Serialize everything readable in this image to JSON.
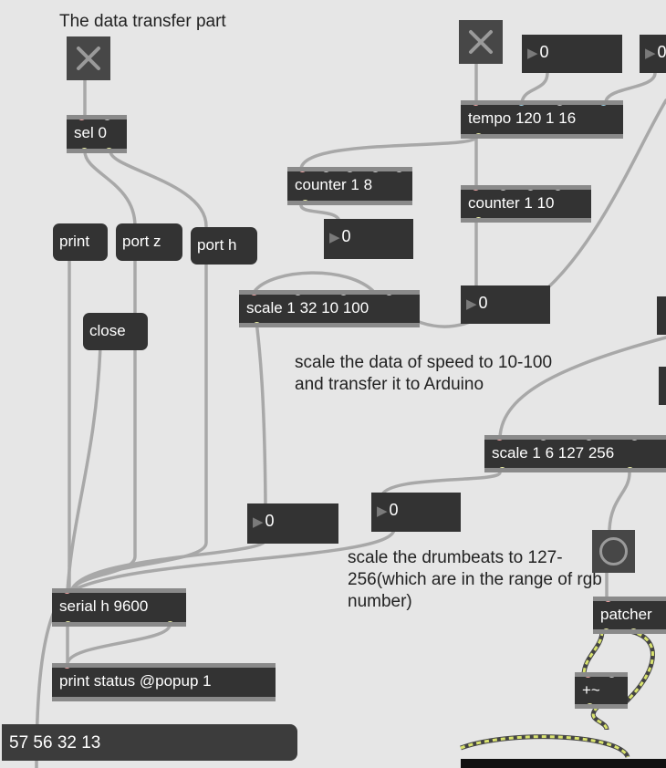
{
  "comments": {
    "title": "The data transfer part",
    "scale_speed": "scale the data of speed to 10-100 and transfer it to Arduino",
    "scale_drum": "scale the drumbeats to 127-256(which are in the range of rgb number)"
  },
  "objects": {
    "sel": "sel 0",
    "tempo": "tempo 120 1 16",
    "counter8": "counter 1 8",
    "counter10": "counter 1 10",
    "scale_speed": "scale 1 32 10 100",
    "scale_drum": "scale 1 6 127 256",
    "serial": "serial h 9600",
    "print_status": "print status @popup 1",
    "patcher": "patcher",
    "plus": "+~"
  },
  "messages": {
    "print": "print",
    "port_z": "port z",
    "port_h": "port h",
    "close": "close"
  },
  "number_boxes": {
    "tempo_left": "0",
    "tempo_right": "0",
    "counter8_out": "0",
    "counter10_out": "0",
    "scale_speed_out": "0",
    "scale_drum_out": "0"
  },
  "console": {
    "text": "57 56 32 13"
  },
  "icons": {
    "toggle_left": "x-toggle-icon",
    "toggle_right": "x-toggle-icon",
    "bang": "bang-circle-icon"
  },
  "colors": {
    "canvas": "#e6e6e6",
    "object": "#333333",
    "patchcord": "#a8a8a8",
    "signal_cord": "#d9e36e",
    "inlet": "#f4a6a6",
    "outlet": "#ecf0a8"
  }
}
